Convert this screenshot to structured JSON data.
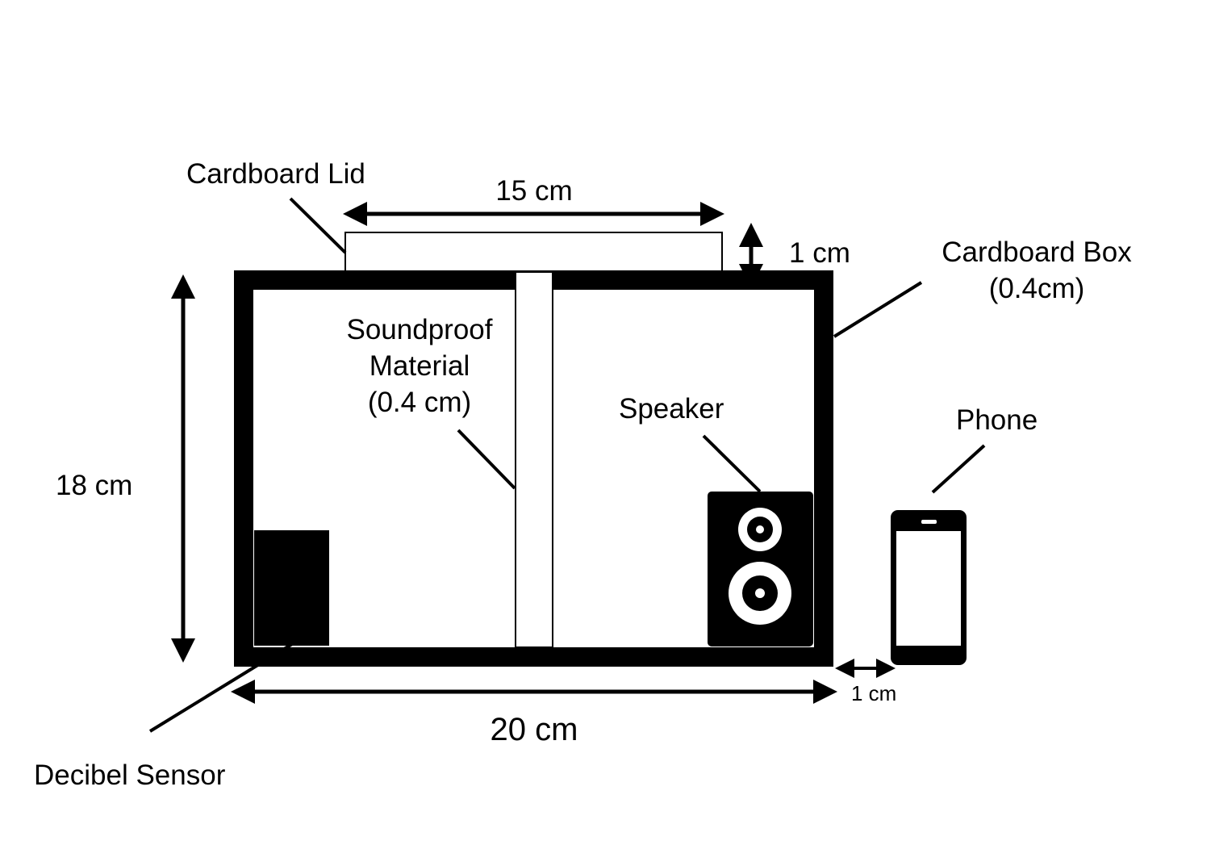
{
  "labels": {
    "cardboard_lid": "Cardboard Lid",
    "lid_width": "15 cm",
    "lid_height": "1 cm",
    "cardboard_box_line1": "Cardboard Box",
    "cardboard_box_line2": "(0.4cm)",
    "soundproof_line1": "Soundproof",
    "soundproof_line2": "Material",
    "soundproof_line3": "(0.4 cm)",
    "speaker": "Speaker",
    "phone": "Phone",
    "box_height": "18 cm",
    "box_width": "20 cm",
    "phone_gap": "1 cm",
    "decibel_sensor": "Decibel Sensor"
  },
  "colors": {
    "ink": "#000000",
    "paper": "#ffffff"
  }
}
